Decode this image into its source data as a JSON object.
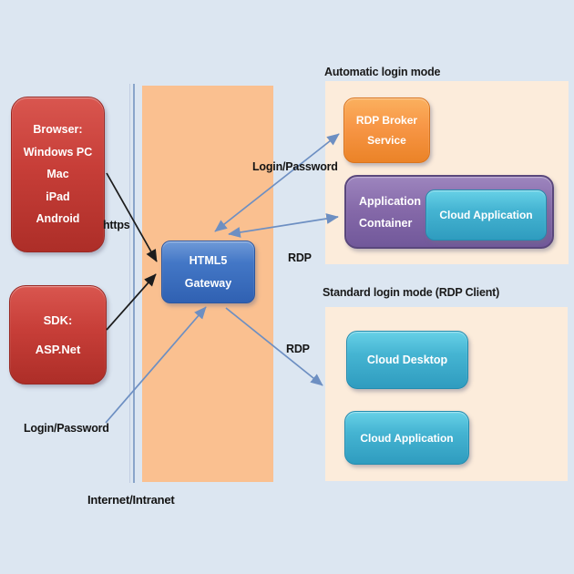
{
  "sections": {
    "automatic": {
      "heading": "Automatic login mode"
    },
    "standard": {
      "heading": "Standard login mode (RDP Client)"
    }
  },
  "nodes": {
    "browser": {
      "lines": [
        "Browser:",
        "Windows PC",
        "Mac",
        "iPad",
        "Android"
      ]
    },
    "sdk": {
      "lines": [
        "SDK:",
        "ASP.Net"
      ]
    },
    "gateway": {
      "lines": [
        "HTML5",
        "Gateway"
      ]
    },
    "rdp_broker": {
      "lines": [
        "RDP Broker",
        "Service"
      ]
    },
    "app_container": {
      "lines": [
        "Application",
        "Container"
      ]
    },
    "cloud_app_top": {
      "label": "Cloud Application"
    },
    "cloud_desktop": {
      "label": "Cloud Desktop"
    },
    "cloud_app_bottom": {
      "label": "Cloud Application"
    }
  },
  "labels": {
    "https": "https",
    "login_password_top": "Login/Password",
    "login_password_bottom": "Login/Password",
    "rdp_top": "RDP",
    "rdp_bottom": "RDP",
    "internet": "Internet/Intranet"
  },
  "colors": {
    "background": "#dce6f1",
    "band": "#fac090",
    "panel": "#fcecdb",
    "node_red": "#c73e38",
    "node_blue": "#3a6fbe",
    "node_orange": "#f79646",
    "node_purple": "#8468a8",
    "node_cyan": "#3fb0cf",
    "arrow_black": "#1c1c1c",
    "arrow_blue": "#6d8fc2"
  }
}
